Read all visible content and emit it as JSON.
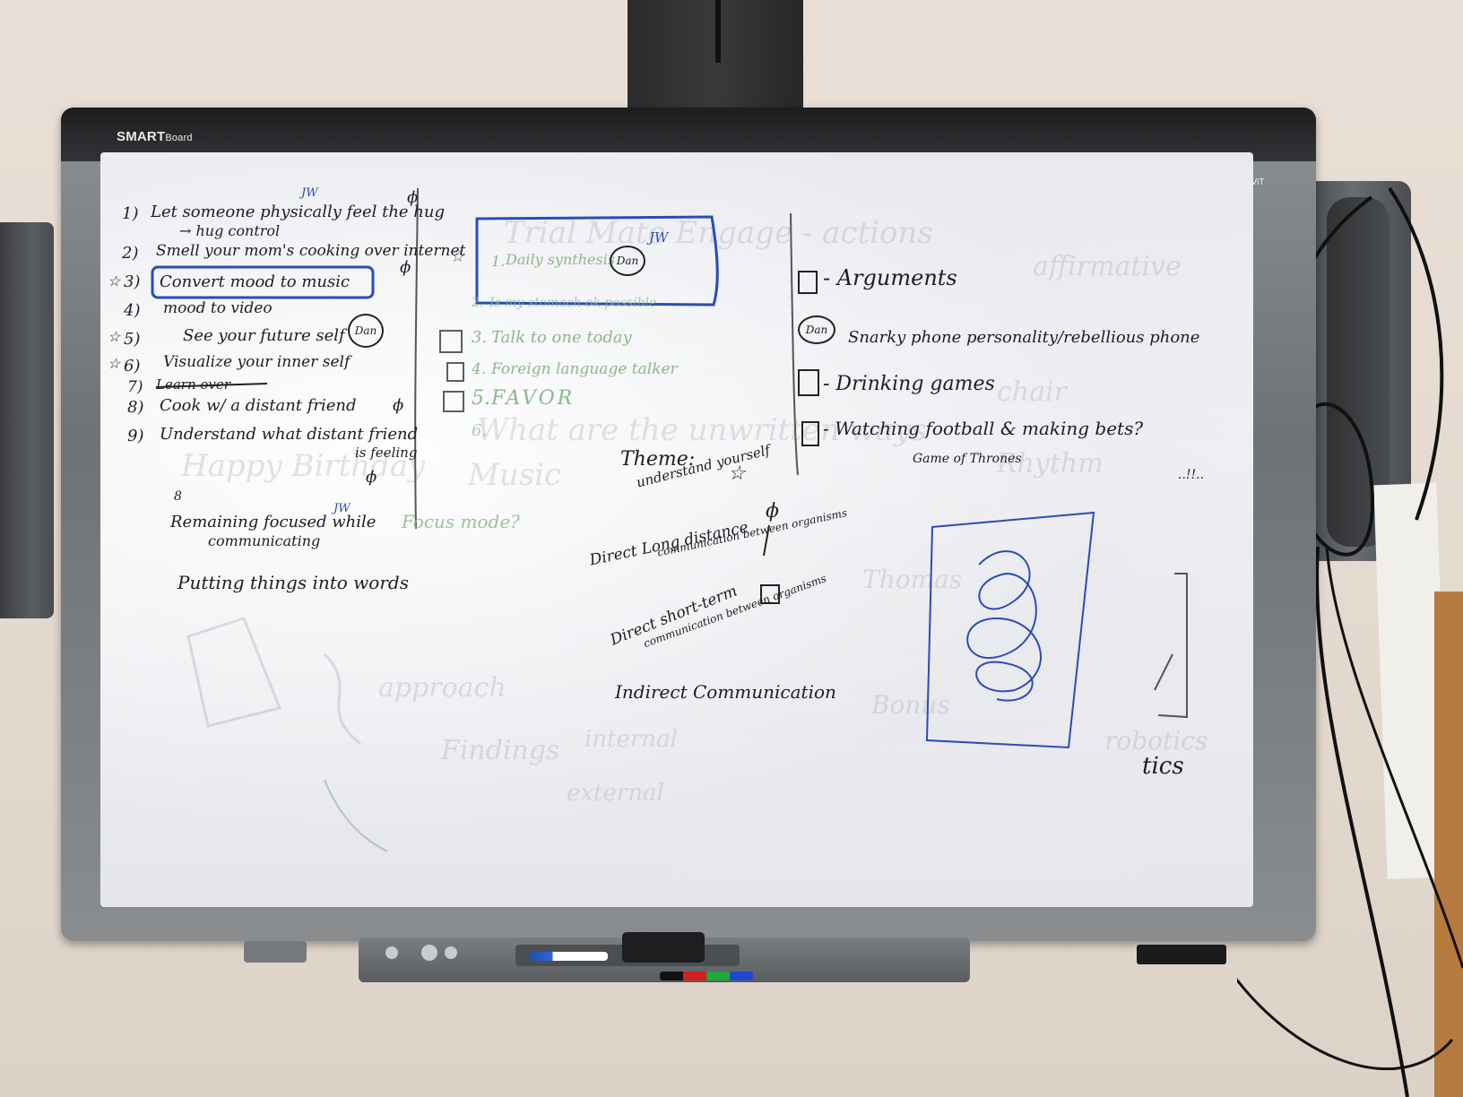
{
  "board": {
    "brand_name": "SMART",
    "brand_product": "Board",
    "corner_logo": "⊖DViT"
  },
  "left_column": {
    "items": [
      {
        "num": "1)",
        "text": "Let someone physically feel the hug"
      },
      {
        "num": "",
        "text": "→ hug control"
      },
      {
        "num": "2)",
        "text": "Smell your mom's cooking over internet"
      },
      {
        "num": "3)",
        "text": "Convert mood to music"
      },
      {
        "num": "4)",
        "text": "mood to video"
      },
      {
        "num": "5)",
        "text": "See your future self"
      },
      {
        "num": "6)",
        "text": "Visualize your inner self"
      },
      {
        "num": "7)",
        "text": "Learn over"
      },
      {
        "num": "8)",
        "text": "Cook w/ a distant friend"
      },
      {
        "num": "9)",
        "text": "Understand what distant friend"
      },
      {
        "num": "",
        "text": "is feeling"
      }
    ],
    "initials_jw_top": "JW",
    "dan_circle": "Dan",
    "remaining": "Remaining focused while",
    "remaining2": "communicating",
    "initials_jw_mid": "JW",
    "focus_mode": "Focus mode?",
    "putting": "Putting things into words",
    "phi": "ϕ",
    "star": "☆",
    "small_mark": "8"
  },
  "middle_column": {
    "items": [
      {
        "num": "1.",
        "text": "Daily synthesis"
      },
      {
        "num": "2.",
        "text": "Is my stomach ok possible"
      },
      {
        "num": "3.",
        "text": "Talk to one today"
      },
      {
        "num": "4.",
        "text": "Foreign language talker"
      },
      {
        "num": "5.",
        "text": "FAVOR"
      },
      {
        "num": "6.",
        "text": ""
      }
    ],
    "dan_circle": "Dan",
    "jw": "JW",
    "theme_title": "Theme:",
    "theme_items": [
      "understand yourself",
      "Direct Long distance",
      "communication between organisms",
      "Direct short-term",
      "communication between organisms",
      "Indirect Communication"
    ],
    "star": "☆",
    "phi": "ϕ"
  },
  "right_column": {
    "items": [
      {
        "text": "- Arguments"
      },
      {
        "text": "Snarky phone personality/rebellious phone"
      },
      {
        "text": "- Drinking games"
      },
      {
        "text": "- Watching football & making bets?"
      },
      {
        "text": "Game of Thrones"
      }
    ],
    "dan_circle": "Dan",
    "tics": "tics",
    "quote_mark": "..!!.."
  },
  "ghost_text": [
    "Trial  Mate  Engage - actions",
    "affirmative",
    "What are the unwritten ways",
    "chair",
    "Happy Birthday",
    "Music",
    "Rhythm",
    "approach",
    "Findings",
    "internal",
    "external",
    "Thomas",
    "Bonus",
    "robotics"
  ]
}
